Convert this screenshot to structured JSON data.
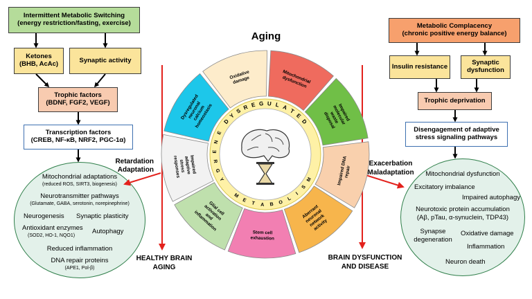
{
  "title": "Aging",
  "left": {
    "top_title": "Intermittent Metabolic Switching",
    "top_sub": "(energy restriction/fasting, exercise)",
    "ketones_title": "Ketones",
    "ketones_sub": "(BHB, AcAc)",
    "synaptic": "Synaptic activity",
    "trophic_title": "Trophic factors",
    "trophic_sub": "(BDNF, FGF2, VEGF)",
    "tf_title": "Transcription factors",
    "tf_sub": "(CREB, NF-κB, NRF2, PGC-1α)",
    "circle": {
      "mito": "Mitochondrial adaptations",
      "mito_sub": "(reduced ROS, SIRT3, biogenesis)",
      "neuro": "Neurotransmitter pathways",
      "neuro_sub": "(Glutamate, GABA, serotonin, norepinephrine)",
      "neurogenesis": "Neurogenesis",
      "plasticity": "Synaptic plasticity",
      "antiox": "Antioxidant enzymes",
      "antiox_sub": "(SOD2, HO-1, NQO1)",
      "autophagy": "Autophagy",
      "inflam": "Reduced inflammation",
      "dna": "DNA repair proteins",
      "dna_sub": "(APE1, Pol-β)"
    },
    "arrow_label_1": "Retardation",
    "arrow_label_2": "Adaptation",
    "outcome_1": "HEALTHY BRAIN",
    "outcome_2": "AGING"
  },
  "right": {
    "top_title": "Metabolic Complacency",
    "top_sub": "(chronic positive energy balance)",
    "insulin": "Insulin resistance",
    "syn_1": "Synaptic",
    "syn_2": "dysfunction",
    "trophic": "Trophic deprivation",
    "dis_1": "Disengagement of adaptive",
    "dis_2": "stress signaling pathways",
    "circle": {
      "mito": "Mitochondrial dysfunction",
      "excit": "Excitatory imbalance",
      "autophagy": "Impaired autophagy",
      "neurotox": "Neurotoxic protein accumulation",
      "neurotox_sub": "(Aβ, pTau, α-synuclein, TDP43)",
      "syn_deg_1": "Synapse",
      "syn_deg_2": "degeneration",
      "oxid": "Oxidative damage",
      "inflam": "Inflammation",
      "death": "Neuron death"
    },
    "arrow_label_1": "Exacerbation",
    "arrow_label_2": "Maladaptation",
    "outcome_1": "BRAIN DYSFUNCTION",
    "outcome_2": "AND DISEASE"
  },
  "wheel": {
    "segments": [
      {
        "label": "Mitochondrial dysfunction",
        "color": "#ef6b5e"
      },
      {
        "label": "Impaired molecular waste disposal",
        "color": "#70bf47"
      },
      {
        "label": "Impaired DNA repair",
        "color": "#f9d0ad"
      },
      {
        "label": "Aberrant neuronal network activity",
        "color": "#f7b54c"
      },
      {
        "label": "Stem cell exhaustion",
        "color": "#f27fb2"
      },
      {
        "label": "Glial cell activation and inflammation",
        "color": "#bfe0ad"
      },
      {
        "label": "Impaired adaptive stress responses",
        "color": "#f2f2f2"
      },
      {
        "label": "Dysregulated neuronal calcium homeostasis",
        "color": "#1dc7ea"
      },
      {
        "label": "Oxidative damage",
        "color": "#fdeccb"
      }
    ],
    "ring_label": "DYSREGULATED ENERGY METABOLISM",
    "ring_top": "DYSREGULATED",
    "ring_left": "ENERGY",
    "ring_bottom": "METABOLISM",
    "ring_color": "#fef1a6"
  }
}
